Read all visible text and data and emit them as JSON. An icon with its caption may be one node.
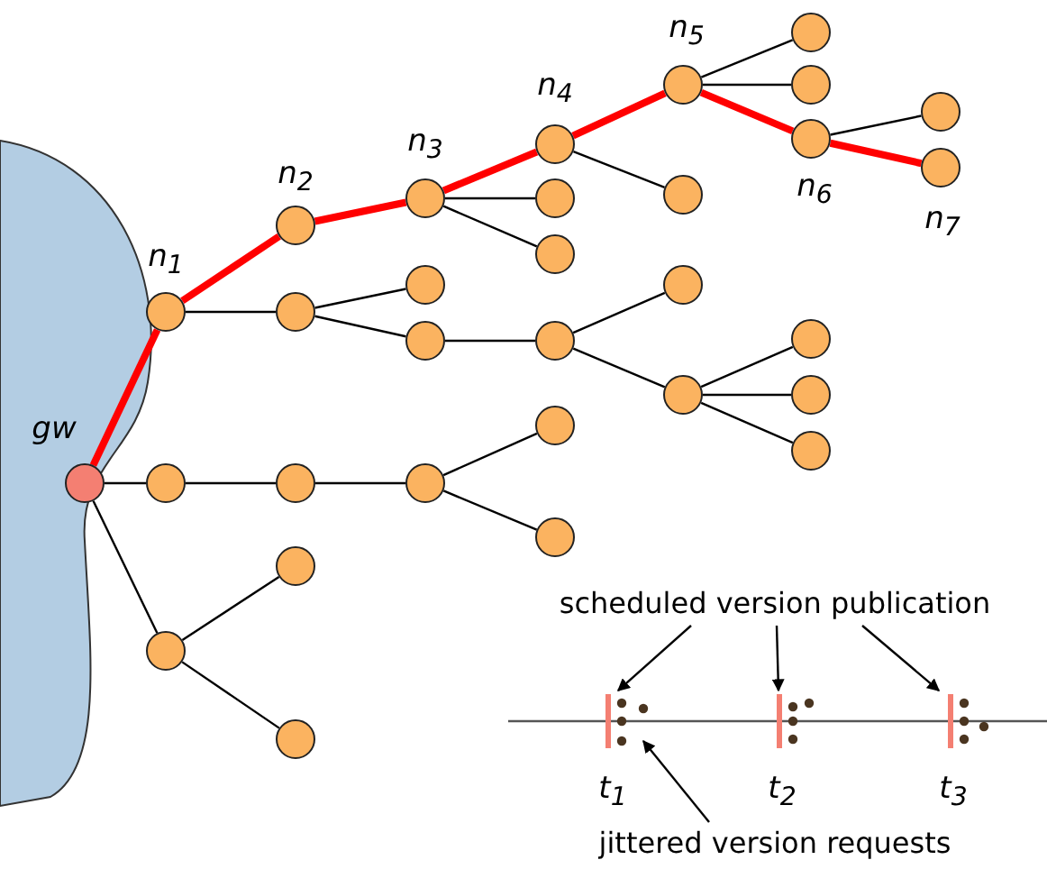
{
  "diagram": {
    "nodes": [
      {
        "text": [],
        "shape": "circle",
        "beside": [
          "gw"
        ]
      },
      {
        "text": [],
        "shape": "circle",
        "beside": [
          "n$_{1}$"
        ]
      },
      {
        "text": [],
        "shape": "circle",
        "beside": [
          "n$_{2}$"
        ]
      },
      {
        "text": [],
        "shape": "circle",
        "beside": [
          "n$_{3}$"
        ]
      },
      {
        "text": [],
        "shape": "circle",
        "beside": [
          "n$_{4}$"
        ]
      },
      {
        "text": [],
        "shape": "circle",
        "beside": [
          "n$_{5}$"
        ]
      },
      {
        "text": [],
        "shape": "circle"
      },
      {
        "text": [],
        "shape": "circle"
      },
      {
        "text": [],
        "shape": "circle",
        "beside": [
          "n$_{6}$"
        ]
      },
      {
        "text": [],
        "shape": "circle"
      },
      {
        "text": [],
        "shape": "circle",
        "beside": [
          "n$_{7}$"
        ]
      },
      {
        "text": [],
        "shape": "circle"
      },
      {
        "text": [],
        "shape": "circle"
      },
      {
        "text": [],
        "shape": "circle"
      },
      {
        "text": [],
        "shape": "circle"
      },
      {
        "text": [],
        "shape": "circle"
      },
      {
        "text": [],
        "shape": "circle"
      },
      {
        "text": [],
        "shape": "circle"
      },
      {
        "text": [],
        "shape": "circle"
      },
      {
        "text": [],
        "shape": "circle"
      },
      {
        "text": [],
        "shape": "circle"
      },
      {
        "text": [],
        "shape": "circle"
      },
      {
        "text": [],
        "shape": "circle"
      },
      {
        "text": [],
        "shape": "circle"
      },
      {
        "text": [],
        "shape": "circle"
      },
      {
        "text": [],
        "shape": "circle"
      },
      {
        "text": [],
        "shape": "circle"
      },
      {
        "text": [],
        "shape": "circle"
      },
      {
        "text": [],
        "shape": "circle"
      },
      {
        "text": [],
        "shape": "circle"
      },
      {
        "text": [],
        "shape": "circle"
      },
      {
        "text": [
          "scheduled version publication"
        ]
      },
      {
        "text": [],
        "shape": "bar",
        "beside": [
          "t$_{1}$"
        ]
      },
      {
        "text": [],
        "shape": "bar",
        "beside": [
          "t$_{2}$"
        ]
      },
      {
        "text": [],
        "shape": "bar",
        "beside": [
          "t$_{3}$"
        ]
      },
      {
        "text": [
          "jittered version requests"
        ]
      }
    ],
    "edges": [
      {
        "from": 0,
        "to": 1,
        "arrow": "none",
        "style": "thick",
        "color": "#ff0000"
      },
      {
        "from": 1,
        "to": 2,
        "arrow": "none",
        "style": "thick",
        "color": "#ff0000"
      },
      {
        "from": 2,
        "to": 3,
        "arrow": "none",
        "style": "thick",
        "color": "#ff0000"
      },
      {
        "from": 3,
        "to": 4,
        "arrow": "none",
        "style": "thick",
        "color": "#ff0000"
      },
      {
        "from": 4,
        "to": 5,
        "arrow": "none",
        "style": "thick",
        "color": "#ff0000"
      },
      {
        "from": 5,
        "to": 6,
        "arrow": "none"
      },
      {
        "from": 5,
        "to": 7,
        "arrow": "none"
      },
      {
        "from": 5,
        "to": 8,
        "arrow": "none",
        "style": "thick",
        "color": "#ff0000"
      },
      {
        "from": 8,
        "to": 9,
        "arrow": "none"
      },
      {
        "from": 8,
        "to": 10,
        "arrow": "none",
        "style": "thick",
        "color": "#ff0000"
      },
      {
        "from": 4,
        "to": 11,
        "arrow": "none"
      },
      {
        "from": 3,
        "to": 12,
        "arrow": "none"
      },
      {
        "from": 3,
        "to": 13,
        "arrow": "none"
      },
      {
        "from": 1,
        "to": 14,
        "arrow": "none"
      },
      {
        "from": 14,
        "to": 15,
        "arrow": "none"
      },
      {
        "from": 14,
        "to": 16,
        "arrow": "none"
      },
      {
        "from": 16,
        "to": 17,
        "arrow": "none"
      },
      {
        "from": 17,
        "to": 18,
        "arrow": "none"
      },
      {
        "from": 17,
        "to": 19,
        "arrow": "none"
      },
      {
        "from": 19,
        "to": 20,
        "arrow": "none"
      },
      {
        "from": 19,
        "to": 21,
        "arrow": "none"
      },
      {
        "from": 19,
        "to": 22,
        "arrow": "none"
      },
      {
        "from": 0,
        "to": 23,
        "arrow": "none"
      },
      {
        "from": 23,
        "to": 24,
        "arrow": "none"
      },
      {
        "from": 24,
        "to": 25,
        "arrow": "none"
      },
      {
        "from": 25,
        "to": 26,
        "arrow": "none"
      },
      {
        "from": 25,
        "to": 27,
        "arrow": "none"
      },
      {
        "from": 0,
        "to": 28,
        "arrow": "none"
      },
      {
        "from": 28,
        "to": 29,
        "arrow": "none"
      },
      {
        "from": 28,
        "to": 30,
        "arrow": "none"
      },
      {
        "from": 31,
        "to": 32,
        "arrow": "to"
      },
      {
        "from": 31,
        "to": 33,
        "arrow": "to"
      },
      {
        "from": 31,
        "to": 34,
        "arrow": "to"
      },
      {
        "from": 35,
        "to": 32,
        "arrow": "to"
      }
    ]
  }
}
